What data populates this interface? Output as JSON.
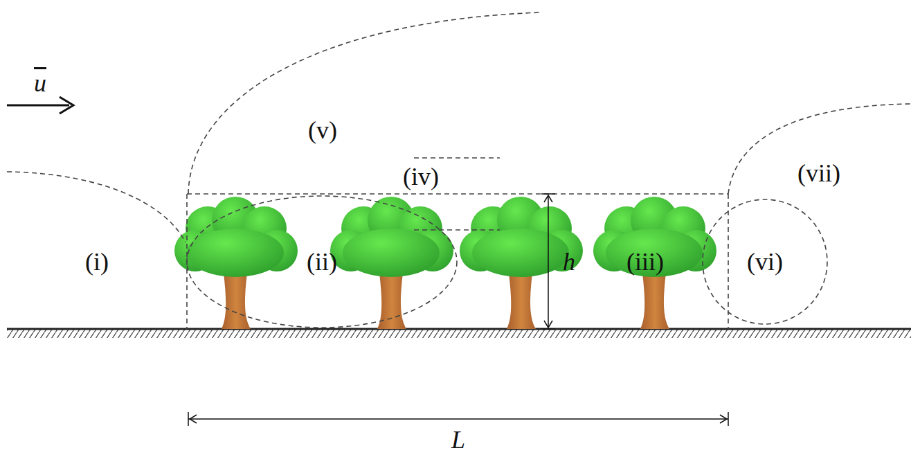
{
  "diagram": {
    "labels": [
      "u",
      "(i)",
      "(ii)",
      "(iii)",
      "(iv)",
      "(v)",
      "(vi)",
      "(vii)",
      "h",
      "L"
    ]
  }
}
